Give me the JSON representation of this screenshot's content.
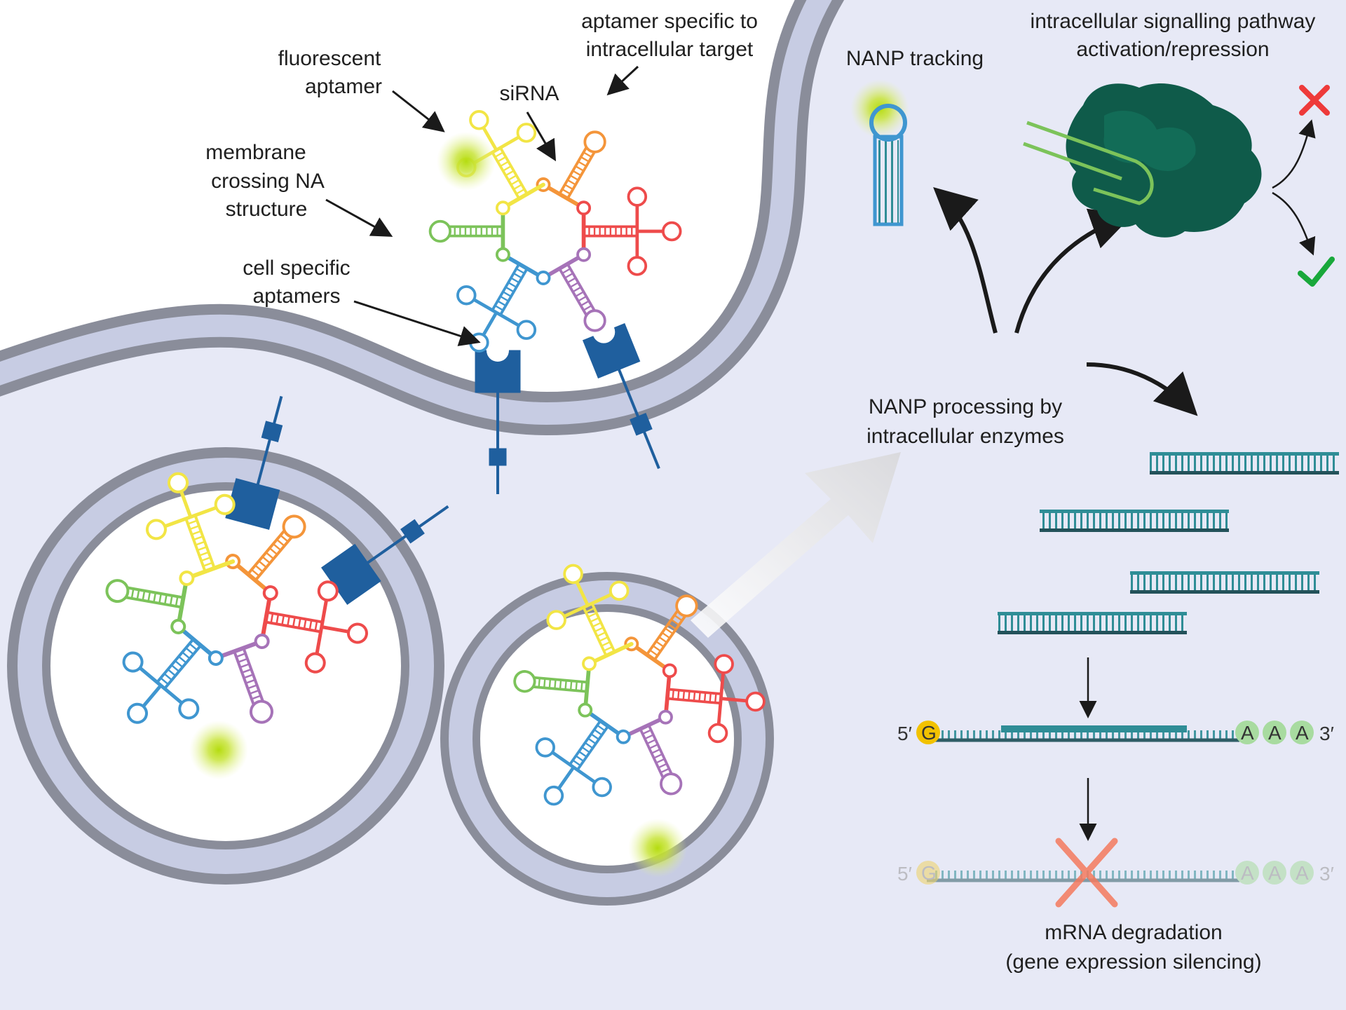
{
  "labels": {
    "fluorescent_aptamer_1": "fluorescent",
    "fluorescent_aptamer_2": "aptamer",
    "aptamer_target_1": "aptamer specific to",
    "aptamer_target_2": "intracellular target",
    "sirna": "siRNA",
    "membrane_crossing_1": "membrane",
    "membrane_crossing_2": "crossing NA",
    "membrane_crossing_3": "structure",
    "cell_specific_1": "cell specific",
    "cell_specific_2": "aptamers",
    "nanp_tracking": "NANP tracking",
    "signalling_1": "intracellular signalling pathway",
    "signalling_2": "activation/repression",
    "processing_1": "NANP processing by",
    "processing_2": "intracellular enzymes",
    "degradation_1": "mRNA degradation",
    "degradation_2": "(gene expression silencing)"
  },
  "mrna": {
    "five_prime": "5′",
    "three_prime": "3′",
    "cap": "G",
    "tail": [
      "A",
      "A",
      "A"
    ]
  },
  "colors": {
    "background": "#e7e9f6",
    "cell_interior": "#ffffff",
    "membrane_outer": "#8a8d9a",
    "membrane_inner": "#c7cce3",
    "receptor": "#1f5f9e",
    "duplex": "#2f8d96",
    "protein": "#0f5b4a",
    "glow": "#b5dc10",
    "red_x": "#ee3a3a",
    "green_check": "#19a83b",
    "cap": "#f2c200",
    "tail": "#a8dba0",
    "strand_red": "#ee4b4b",
    "strand_orange": "#f4953a",
    "strand_yellow": "#f2e545",
    "strand_green": "#7cc35a",
    "strand_blue": "#3f96d0",
    "strand_purple": "#a673b8",
    "sirna": "#3a2a6a"
  }
}
